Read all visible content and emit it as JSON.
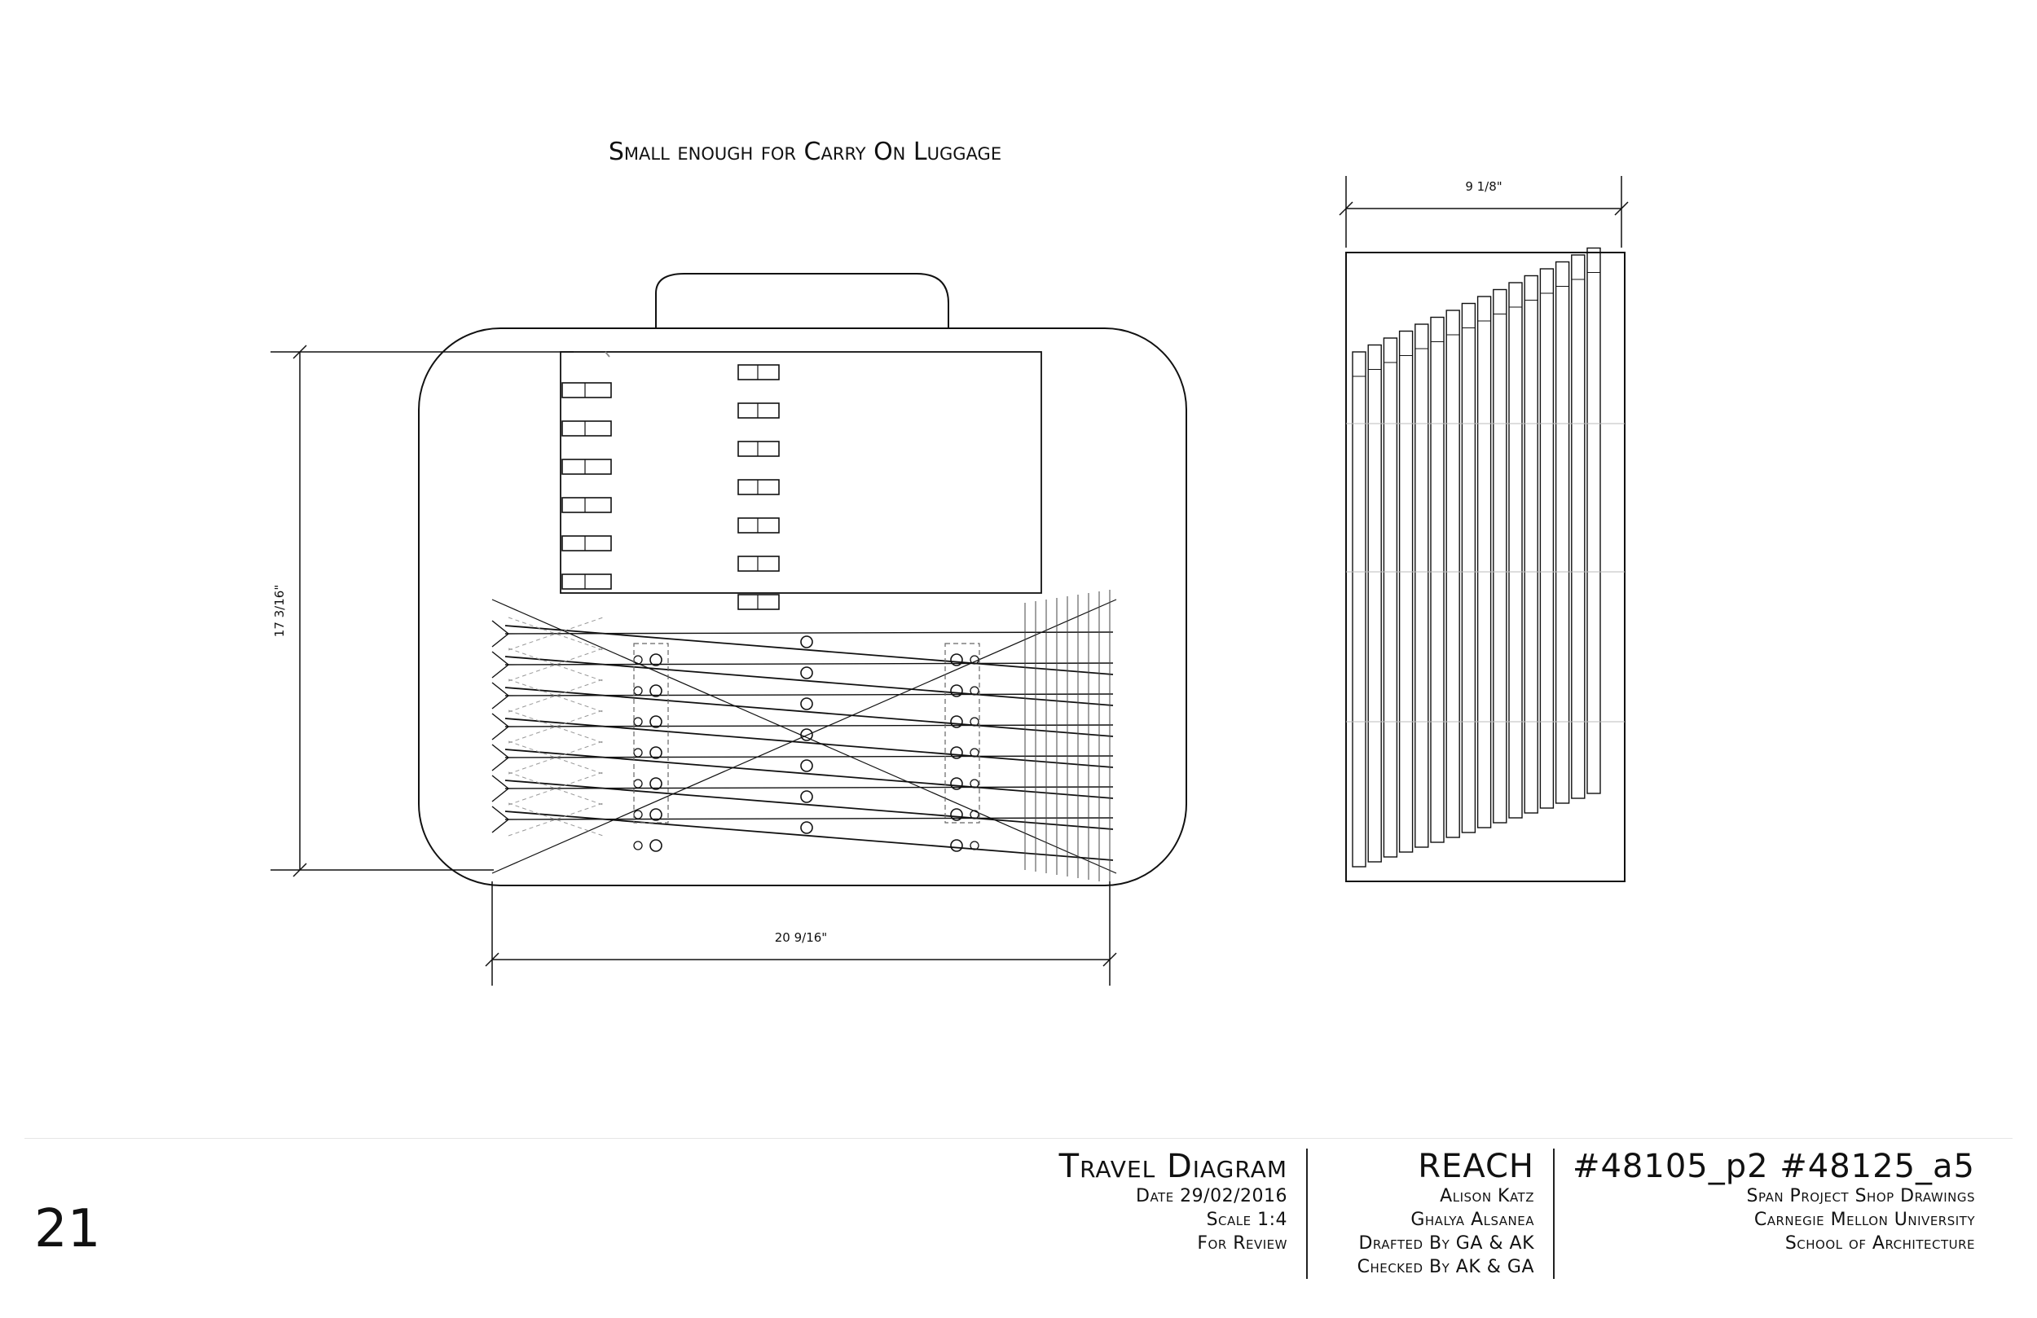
{
  "drawing": {
    "caption": "Small enough for Carry On Luggage",
    "dimensions": {
      "suitcase_height": "17 3/16\"",
      "suitcase_width": "20 9/16\"",
      "side_view_width": "9 1/8\""
    }
  },
  "title_block": {
    "page_number": "21",
    "sheet": {
      "title": "Travel Diagram",
      "date": "Date 29/02/2016",
      "scale": "Scale 1:4",
      "status": "For Review"
    },
    "project": {
      "name": "REACH",
      "author_1": "Alison Katz",
      "author_2": "Ghalya Alsanea",
      "drafted": "Drafted By GA & AK",
      "checked": "Checked By AK & GA"
    },
    "course": {
      "codes": "#48105_p2 #48125_a5",
      "line_1": "Span Project Shop Drawings",
      "line_2": "Carnegie Mellon University",
      "line_3": "School of Architecture"
    }
  },
  "colors": {
    "ink": "#111111",
    "faint": "#9a9a9a"
  }
}
